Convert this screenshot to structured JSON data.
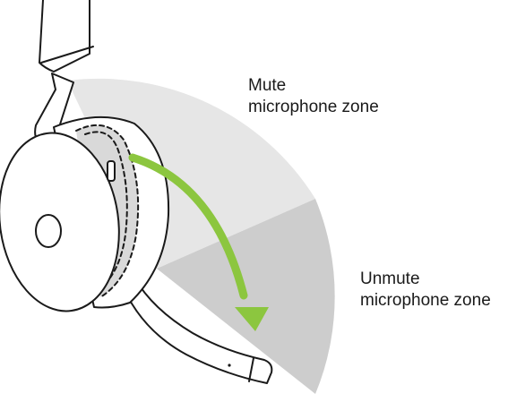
{
  "mute_zone": {
    "line1": "Mute",
    "line2": "microphone zone",
    "fill_color": "#e6e6e6"
  },
  "unmute_zone": {
    "line1": "Unmute",
    "line2": "microphone zone",
    "fill_color": "#cdcdcd"
  },
  "arrow": {
    "color": "#8cc63f",
    "direction": "down"
  },
  "headset": {
    "outline_color": "#1a1a1a",
    "fill_color": "#ffffff"
  }
}
